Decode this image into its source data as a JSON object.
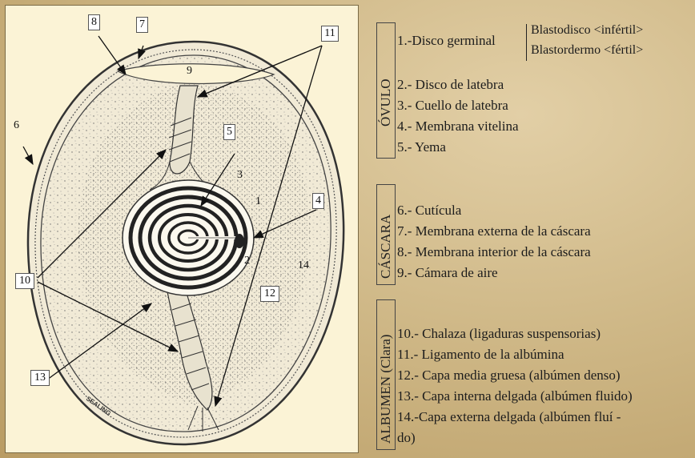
{
  "figure": {
    "labels": {
      "n1": "1",
      "n2": "2",
      "n3": "3",
      "n4": "4",
      "n5": "5",
      "n6": "6",
      "n7": "7",
      "n8": "8",
      "n9": "9",
      "n10": "10",
      "n11": "11",
      "n12": "12",
      "n13": "13",
      "n14": "14"
    },
    "signature": "SEALING"
  },
  "legend": {
    "groups": [
      {
        "name": "ÓVULO"
      },
      {
        "name": "CÁSCARA"
      },
      {
        "name": "ALBUMEN (Clara)"
      }
    ],
    "ovulo": {
      "item1": "1.-Disco germinal",
      "item1_sub1": "Blastodisco <infértil>",
      "item1_sub2": "Blastordermo <fértil>",
      "item2": "2.- Disco de latebra",
      "item3": "3.- Cuello de latebra",
      "item4": "4.- Membrana vitelina",
      "item5": "5.- Yema"
    },
    "cascara": {
      "item6": "6.- Cutícula",
      "item7": "7.- Membrana externa de la cáscara",
      "item8": "8.- Membrana interior de la cáscara",
      "item9": "9.- Cámara de aire"
    },
    "albumen": {
      "item10": "10.- Chalaza (ligaduras suspensorias)",
      "item11": "11.- Ligamento de la albúmina",
      "item12": "12.- Capa media gruesa (albúmen denso)",
      "item13": "13.- Capa interna delgada (albúmen fluido)",
      "item14a": "14.-Capa externa delgada (albúmen fluí -",
      "item14b": "do)"
    }
  }
}
